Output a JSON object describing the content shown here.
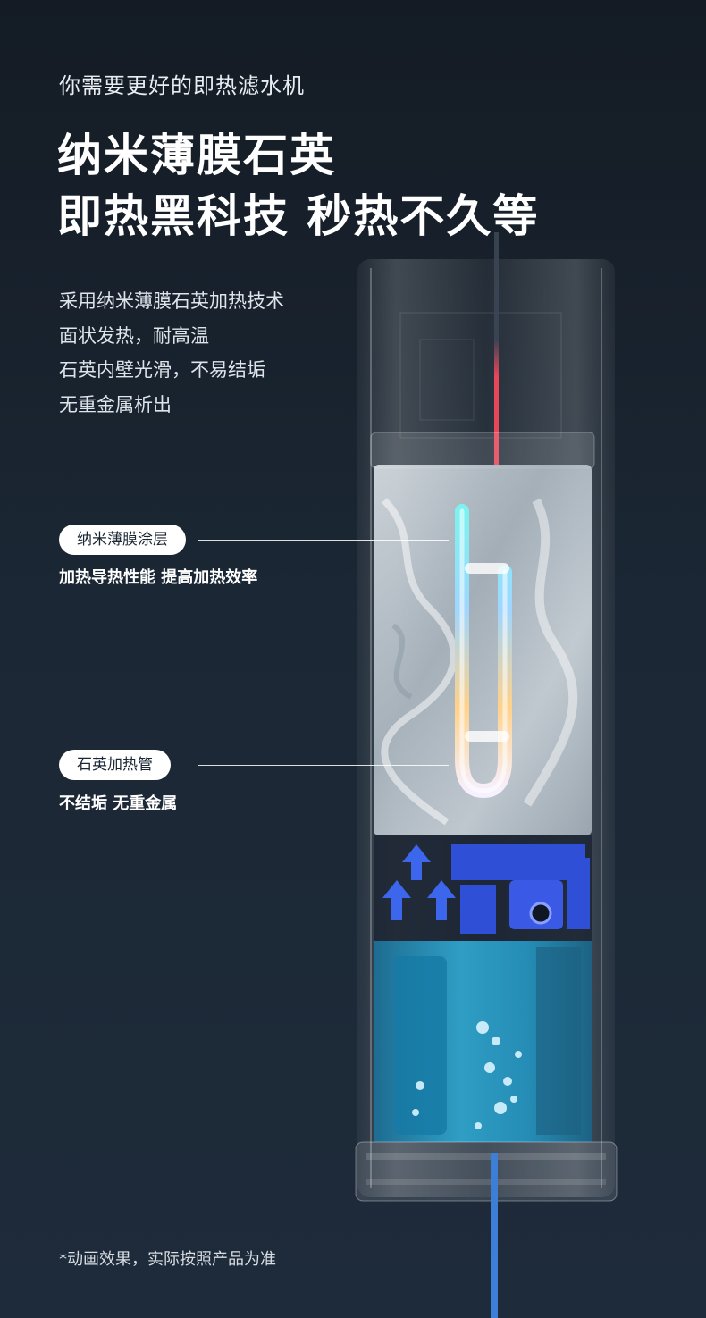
{
  "header": {
    "kicker": "你需要更好的即热滤水机",
    "headline_line1": "纳米薄膜石英",
    "headline_line2": "即热黑科技 秒热不久等"
  },
  "description": [
    "采用纳米薄膜石英加热技术",
    "面状发热，耐高温",
    "石英内壁光滑，不易结垢",
    "无重金属析出"
  ],
  "callouts": [
    {
      "label": "纳米薄膜涂层",
      "note": "加热导热性能 提高加热效率"
    },
    {
      "label": "石英加热管",
      "note": "不结垢 无重金属"
    }
  ],
  "footnote": "*动画效果，实际按照产品为准",
  "colors": {
    "background": "#1b2734",
    "water_blue": "#2a9fc8",
    "mechanism_blue": "#2f4fd6",
    "hot_red": "#e8475a",
    "pill_bg": "#ffffff"
  }
}
